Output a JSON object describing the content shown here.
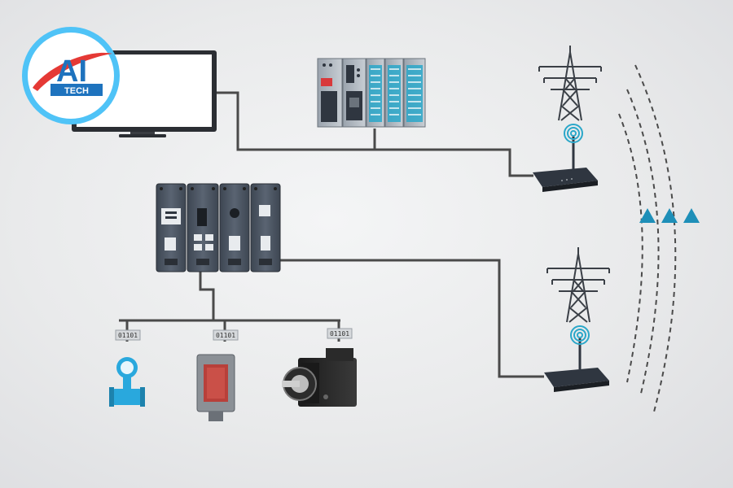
{
  "logo": {
    "main_text": "AI",
    "sub_text": "TECH",
    "colors": {
      "ring": "#4fc3f7",
      "ai": "#1e73be",
      "swoosh": "#e53935",
      "band": "#1e73be"
    }
  },
  "devices": {
    "monitor": {
      "icon": "monitor-icon"
    },
    "plc_rack": {
      "icon": "plc-rack-icon"
    },
    "remote_io": {
      "icon": "remote-io-icon"
    },
    "flow_meter": {
      "icon": "flow-meter-icon",
      "tag": "01101"
    },
    "sensor": {
      "icon": "photoelectric-sensor-icon",
      "tag": "01101"
    },
    "servo_motor": {
      "icon": "servo-motor-icon",
      "tag": "01101"
    },
    "router_top": {
      "icon": "wireless-router-icon"
    },
    "router_bottom": {
      "icon": "wireless-router-icon"
    },
    "tower_top": {
      "icon": "transmission-tower-icon"
    },
    "tower_bottom": {
      "icon": "transmission-tower-icon"
    }
  },
  "colors": {
    "cable": "#4a4a4a",
    "device_body": "#4b5563",
    "device_dark": "#2f3640",
    "accent_teal": "#2aa7c9",
    "flow_meter": "#29a8dd",
    "signal_arrow": "#1e8fb8",
    "led_red": "#d8393b"
  }
}
